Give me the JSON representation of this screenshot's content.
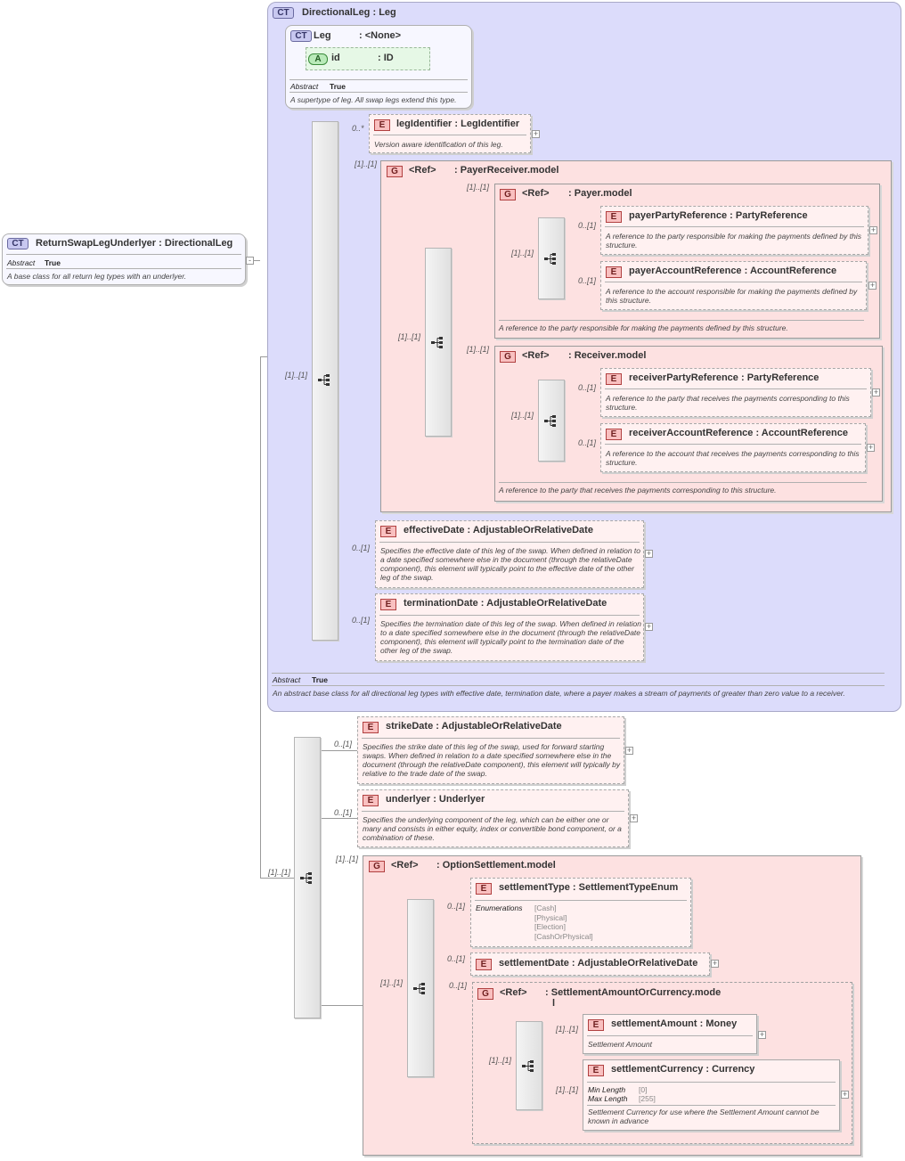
{
  "root": {
    "badge": "CT",
    "name": "ReturnSwapLegUnderlyer",
    "type": "DirectionalLeg",
    "abstract_label": "Abstract",
    "abstract_value": "True",
    "desc": "A base class for all return leg types with an underlyer."
  },
  "directional": {
    "badge": "CT",
    "name": "DirectionalLeg",
    "type": "Leg",
    "abstract_label": "Abstract",
    "abstract_value": "True",
    "desc": "An abstract base class for all directional leg types with effective date, termination date, where a payer makes a stream of payments of greater than zero value to a receiver."
  },
  "leg": {
    "badge": "CT",
    "name": "Leg",
    "type": "<None>",
    "abstract_label": "Abstract",
    "abstract_value": "True",
    "desc": "A supertype of leg. All swap legs extend this type.",
    "attr_badge": "A",
    "attr_name": "id",
    "attr_type": "ID"
  },
  "legIdentifier": {
    "badge": "E",
    "card": "0..*",
    "name": "legIdentifier",
    "type": "LegIdentifier",
    "desc": "Version aware identification of this leg."
  },
  "payerReceiver": {
    "badge": "G",
    "card": "[1]..[1]",
    "name": "<Ref>",
    "type": "PayerReceiver.model",
    "seq_card": "[1]..[1]"
  },
  "payer": {
    "badge": "G",
    "card": "[1]..[1]",
    "name": "<Ref>",
    "type": "Payer.model",
    "seq_card": "[1]..[1]",
    "desc": "A reference to the party responsible for making the payments defined by this structure."
  },
  "payerPartyReference": {
    "badge": "E",
    "card": "0..[1]",
    "name": "payerPartyReference",
    "type": "PartyReference",
    "desc": "A reference to the party responsible for making the payments defined by this structure."
  },
  "payerAccountReference": {
    "badge": "E",
    "card": "0..[1]",
    "name": "payerAccountReference",
    "type": "AccountReference",
    "desc": "A reference to the account responsible for making the payments defined by this structure."
  },
  "receiver": {
    "badge": "G",
    "card": "[1]..[1]",
    "name": "<Ref>",
    "type": "Receiver.model",
    "seq_card": "[1]..[1]",
    "desc": "A reference to the party that receives the payments corresponding to this structure."
  },
  "receiverPartyReference": {
    "badge": "E",
    "card": "0..[1]",
    "name": "receiverPartyReference",
    "type": "PartyReference",
    "desc": "A reference to the party that receives the payments corresponding to this structure."
  },
  "receiverAccountReference": {
    "badge": "E",
    "card": "0..[1]",
    "name": "receiverAccountReference",
    "type": "AccountReference",
    "desc": "A reference to the account that receives the payments corresponding to this structure."
  },
  "effectiveDate": {
    "badge": "E",
    "card": "0..[1]",
    "name": "effectiveDate",
    "type": "AdjustableOrRelativeDate",
    "desc": "Specifies the effective date of this leg of the swap. When defined in relation to a date specified somewhere else in the document (through the relativeDate component), this element will typically point to the effective date of the other leg of the swap."
  },
  "terminationDate": {
    "badge": "E",
    "card": "0..[1]",
    "name": "terminationDate",
    "type": "AdjustableOrRelativeDate",
    "desc": "Specifies the termination date of this leg of the swap. When defined in relation to a date specified somewhere else in the document (through the relativeDate component), this element will typically point to the termination date of the other leg of the swap."
  },
  "directional_seq_card": "[1]..[1]",
  "strikeDate": {
    "badge": "E",
    "card": "0..[1]",
    "name": "strikeDate",
    "type": "AdjustableOrRelativeDate",
    "desc": "Specifies the strike date of this leg of the swap, used for forward starting swaps. When defined in relation to a date specified somewhere else in the document (through the relativeDate component), this element will typically by relative to the trade date of the swap."
  },
  "underlyer": {
    "badge": "E",
    "card": "0..[1]",
    "name": "underlyer",
    "type": "Underlyer",
    "desc": "Specifies the underlying component of the leg, which can be either one or many and consists in either equity, index or convertible bond component, or a combination of these."
  },
  "root_seq_card": "[1]..[1]",
  "optionSettlement": {
    "badge": "G",
    "card": "[1]..[1]",
    "name": "<Ref>",
    "type": "OptionSettlement.model",
    "seq_card": "[1]..[1]"
  },
  "settlementType": {
    "badge": "E",
    "card": "0..[1]",
    "name": "settlementType",
    "type": "SettlementTypeEnum",
    "enum_label": "Enumerations",
    "enums": [
      "[Cash]",
      "[Physical]",
      "[Election]",
      "[CashOrPhysical]"
    ]
  },
  "settlementDate": {
    "badge": "E",
    "card": "0..[1]",
    "name": "settlementDate",
    "type": "AdjustableOrRelativeDate"
  },
  "settlementAmountOrCurrency": {
    "badge": "G",
    "card": "0..[1]",
    "name": "<Ref>",
    "type": "SettlementAmountOrCurrency.mode",
    "type_tail": "l",
    "seq_card": "[1]..[1]"
  },
  "settlementAmount": {
    "badge": "E",
    "card": "[1]..[1]",
    "name": "settlementAmount",
    "type": "Money",
    "desc": "Settlement Amount"
  },
  "settlementCurrency": {
    "badge": "E",
    "card": "[1]..[1]",
    "name": "settlementCurrency",
    "type": "Currency",
    "min_label": "Min Length",
    "min_value": "[0]",
    "max_label": "Max Length",
    "max_value": "[255]",
    "desc": "Settlement Currency for use where the Settlement Amount cannot be known in advance"
  }
}
